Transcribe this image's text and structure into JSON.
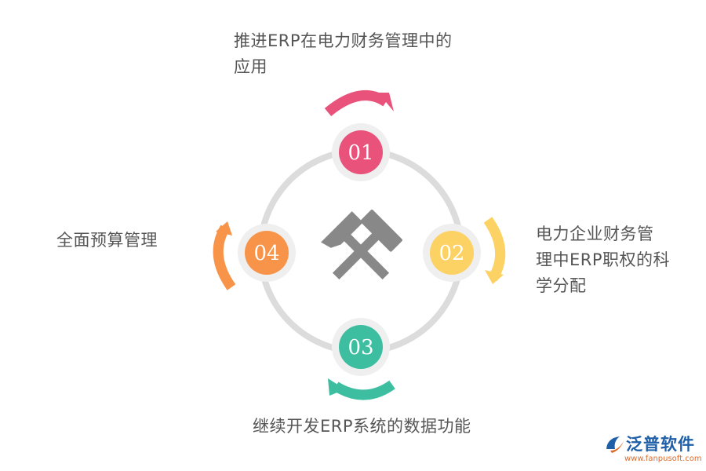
{
  "nodes": [
    {
      "number": "01",
      "label": "推进ERP在电力财务管理中的应用",
      "color": "#e9527a"
    },
    {
      "number": "02",
      "label": "电力企业财务管理中ERP职权的科学分配",
      "color": "#fdd265"
    },
    {
      "number": "03",
      "label": "继续开发ERP系统的数据功能",
      "color": "#3dbea1"
    },
    {
      "number": "04",
      "label": "全面预算管理",
      "color": "#f7944a"
    }
  ],
  "labels": {
    "l01_line1": "推进ERP在电力财务管理中的",
    "l01_line2": "应用",
    "l02_line1": "电力企业财务管",
    "l02_line2": "理中ERP职权的科",
    "l02_line3": "学分配",
    "l03": "继续开发ERP系统的数据功能",
    "l04": "全面预算管理"
  },
  "center_icon": "hammer-crossed-icon",
  "logo": {
    "name": "泛普软件",
    "url": "www.fanpusoft.com"
  }
}
